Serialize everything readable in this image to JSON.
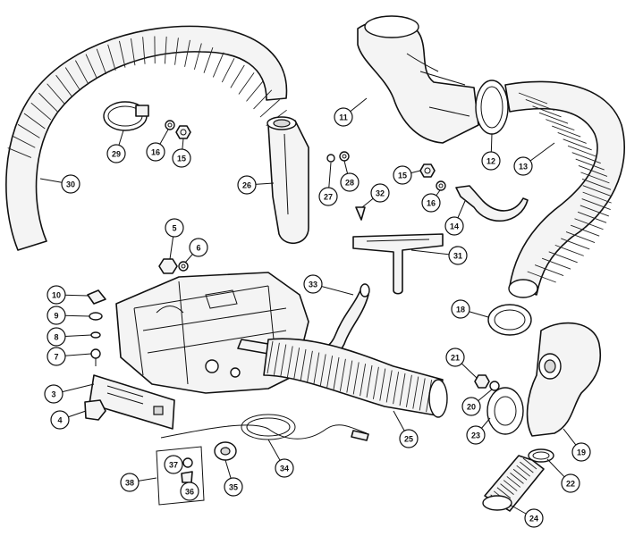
{
  "callouts": [
    {
      "id": "c3",
      "label": "3"
    },
    {
      "id": "c4",
      "label": "4"
    },
    {
      "id": "c5",
      "label": "5"
    },
    {
      "id": "c6",
      "label": "6"
    },
    {
      "id": "c7",
      "label": "7"
    },
    {
      "id": "c8",
      "label": "8"
    },
    {
      "id": "c9",
      "label": "9"
    },
    {
      "id": "c10",
      "label": "10"
    },
    {
      "id": "c11",
      "label": "11"
    },
    {
      "id": "c12",
      "label": "12"
    },
    {
      "id": "c13",
      "label": "13"
    },
    {
      "id": "c14",
      "label": "14"
    },
    {
      "id": "c15a",
      "label": "15"
    },
    {
      "id": "c15b",
      "label": "15"
    },
    {
      "id": "c16a",
      "label": "16"
    },
    {
      "id": "c16b",
      "label": "16"
    },
    {
      "id": "c18",
      "label": "18"
    },
    {
      "id": "c19",
      "label": "19"
    },
    {
      "id": "c20",
      "label": "20"
    },
    {
      "id": "c21",
      "label": "21"
    },
    {
      "id": "c22",
      "label": "22"
    },
    {
      "id": "c23",
      "label": "23"
    },
    {
      "id": "c24",
      "label": "24"
    },
    {
      "id": "c25",
      "label": "25"
    },
    {
      "id": "c26",
      "label": "26"
    },
    {
      "id": "c27",
      "label": "27"
    },
    {
      "id": "c28",
      "label": "28"
    },
    {
      "id": "c29",
      "label": "29"
    },
    {
      "id": "c30",
      "label": "30"
    },
    {
      "id": "c31",
      "label": "31"
    },
    {
      "id": "c32",
      "label": "32"
    },
    {
      "id": "c33",
      "label": "33"
    },
    {
      "id": "c34",
      "label": "34"
    },
    {
      "id": "c35",
      "label": "35"
    },
    {
      "id": "c36",
      "label": "36"
    },
    {
      "id": "c37",
      "label": "37"
    },
    {
      "id": "c38",
      "label": "38"
    }
  ]
}
